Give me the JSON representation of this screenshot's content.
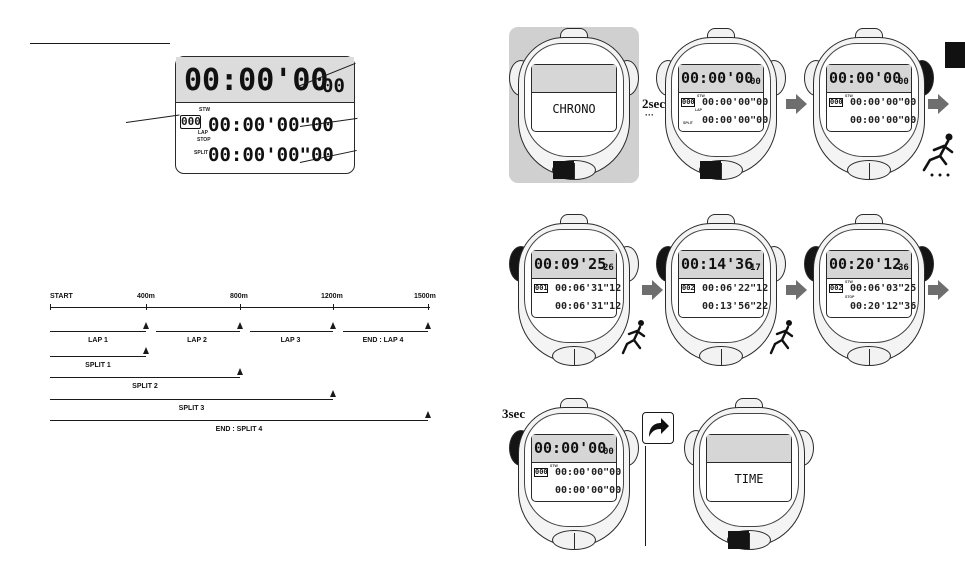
{
  "left": {
    "lcd": {
      "top_time": "00:00'00",
      "top_hund": "00",
      "lap_count": "000",
      "label_stw": "STW",
      "label_lap": "LAP",
      "label_stop": "STOP",
      "label_split": "SPLIT",
      "lap_time": "00:00'00\"00",
      "split_time": "00:00'00\"00"
    },
    "lap_diagram": {
      "distances": [
        "START",
        "400m",
        "800m",
        "1200m",
        "1500m"
      ],
      "laps": [
        "LAP 1",
        "LAP 2",
        "LAP 3",
        "END : LAP 4"
      ],
      "splits": [
        "SPLIT 1",
        "SPLIT 2",
        "SPLIT 3",
        "END : SPLIT 4"
      ]
    }
  },
  "right": {
    "press_2sec": "2sec",
    "press_3sec": "3sec",
    "row1": [
      {
        "mode": "message",
        "message": "CHRONO"
      },
      {
        "mode": "times",
        "main": "00:00'00",
        "hund": "00",
        "lap_count": "000",
        "lap": "00:00'00\"00",
        "split": "00:00'00\"00"
      },
      {
        "mode": "times",
        "main": "00:00'00",
        "hund": "00",
        "lap_count": "000",
        "lap": "00:00'00\"00",
        "split": "00:00'00\"00"
      }
    ],
    "row2": [
      {
        "mode": "times",
        "main": "00:09'25",
        "hund": "26",
        "lap_count": "001",
        "lap": "00:06'31\"12",
        "split": "00:06'31\"12"
      },
      {
        "mode": "times",
        "main": "00:14'36",
        "hund": "17",
        "lap_count": "002",
        "lap": "00:06'22\"12",
        "split": "00:13'56\"22"
      },
      {
        "mode": "times",
        "main": "00:20'12",
        "hund": "36",
        "lap_count": "002",
        "lap": "00:06'03\"25",
        "split": "00:20'12\"36"
      }
    ],
    "row3": [
      {
        "mode": "times",
        "main": "00:00'00",
        "hund": "00",
        "lap_count": "000",
        "lap": "00:00'00\"00",
        "split": "00:00'00\"00"
      },
      {
        "mode": "message",
        "message": "TIME"
      }
    ],
    "mini_labels": {
      "stw": "STW",
      "lap": "LAP",
      "stop": "STOP",
      "split": "SPLIT"
    }
  }
}
